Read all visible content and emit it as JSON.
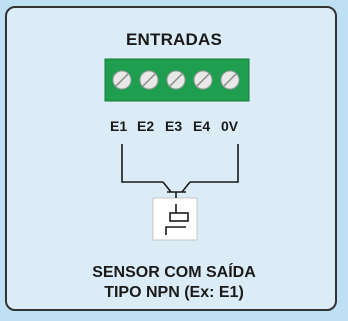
{
  "title": "ENTRADAS",
  "terminals": [
    "E1",
    "E2",
    "E3",
    "E4",
    "0V"
  ],
  "caption": {
    "line1": "SENSOR COM SAÍDA",
    "line2": "TIPO NPN (Ex: E1)"
  },
  "colors": {
    "background": "#bfe0f3",
    "panel": "#dcecf7",
    "terminal_block": "#1f9e4f",
    "screw": "#e8e8e8",
    "wire": "#1a1a1a"
  }
}
